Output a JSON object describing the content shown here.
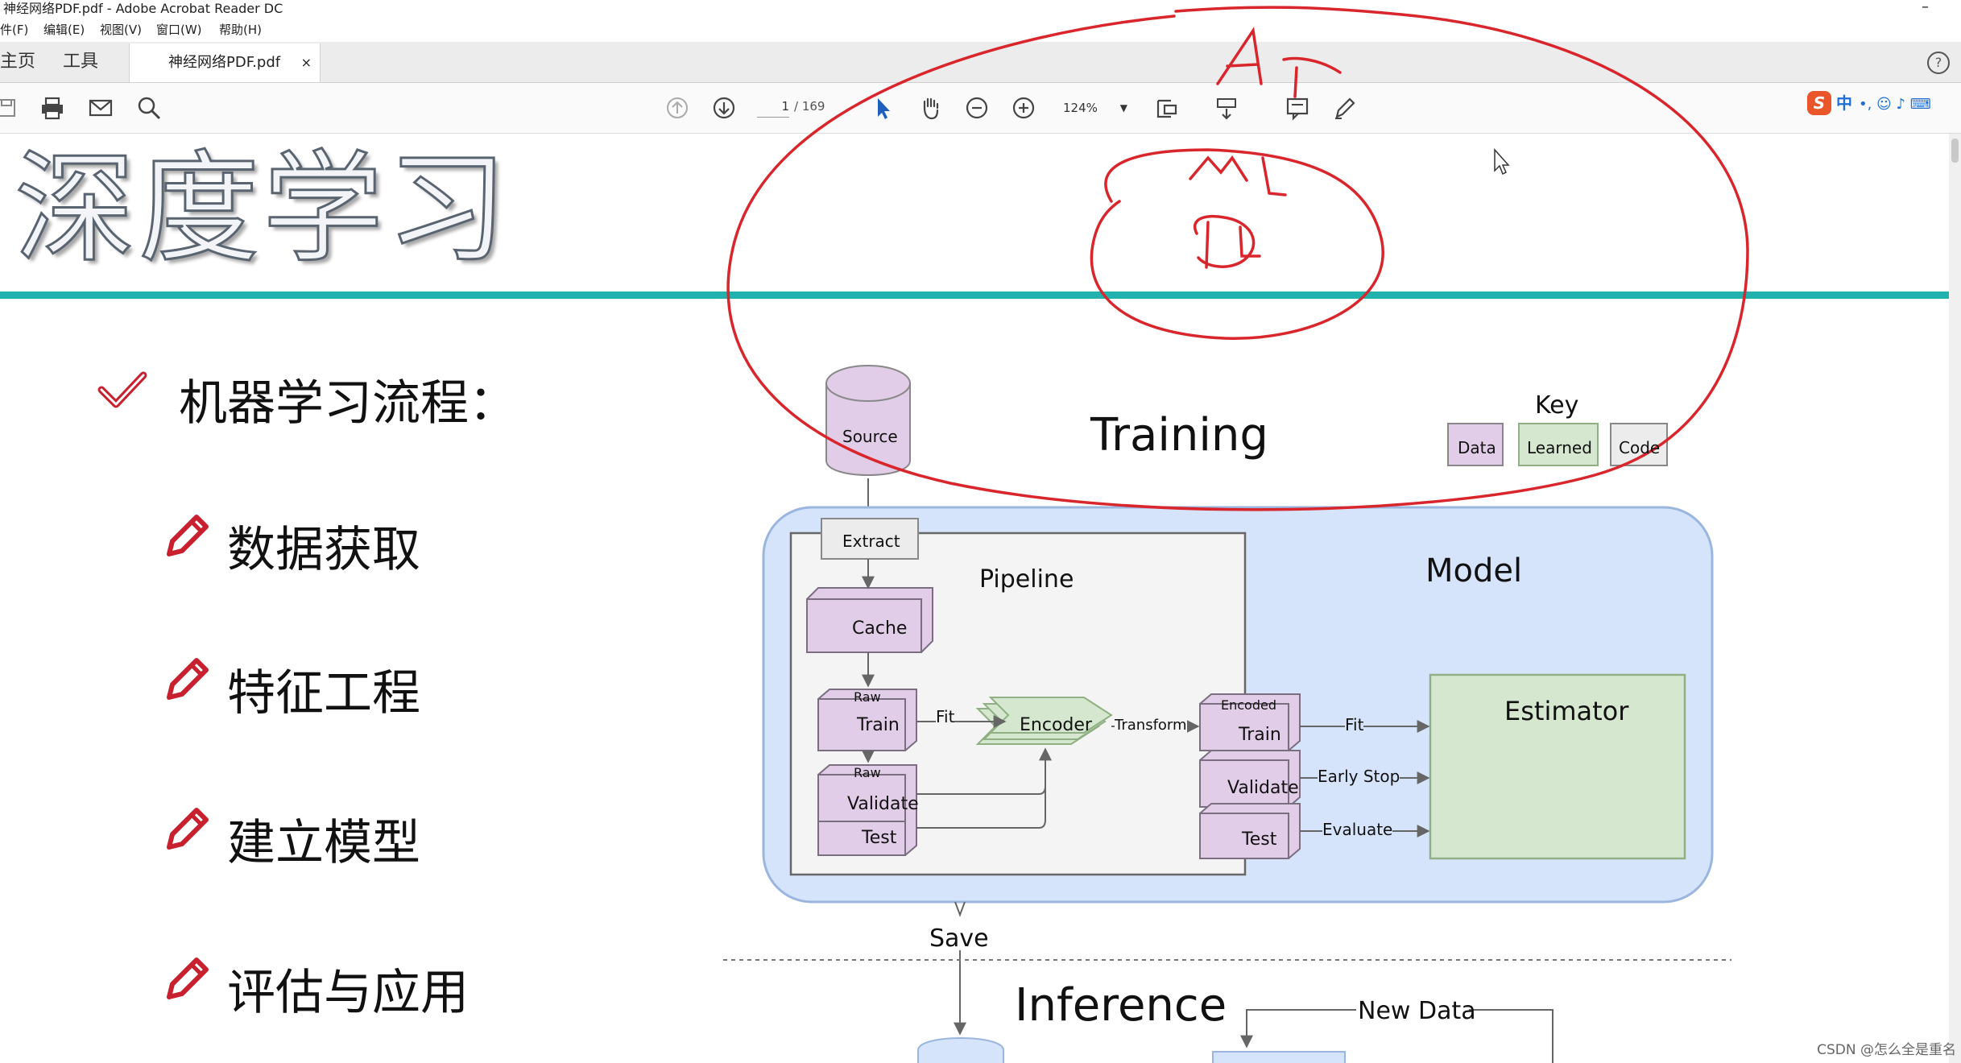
{
  "window": {
    "title": "神经网络PDF.pdf - Adobe Acrobat Reader DC",
    "minimize_glyph": "–"
  },
  "menu": {
    "items": [
      "件(F)",
      "编辑(E)",
      "视图(V)",
      "窗口(W)",
      "帮助(H)"
    ]
  },
  "tabs": {
    "home": "主页",
    "tools": "工具",
    "document": "神经网络PDF.pdf",
    "close_glyph": "×",
    "help_glyph": "?"
  },
  "toolbar": {
    "page_current": "1",
    "page_total": "/ 169",
    "zoom": "124%",
    "icons": [
      "save-icon",
      "print-icon",
      "mail-icon",
      "search-icon",
      "prev-page-icon",
      "next-page-icon",
      "select-arrow-icon",
      "hand-icon",
      "zoom-out-icon",
      "zoom-in-icon",
      "fit-page-icon",
      "scroll-mode-icon",
      "comment-icon",
      "pen-icon"
    ]
  },
  "ime_bar": {
    "logo": "S",
    "mode": "中",
    "glyphs": "•, ☺ ♪ ⌨"
  },
  "slide": {
    "title": "深度学习",
    "heading": "机器学习流程：",
    "steps": [
      "数据获取",
      "特征工程",
      "建立模型",
      "评估与应用"
    ],
    "accent_color": "#22b2ad",
    "check_color": "#c8202e"
  },
  "diagram": {
    "source": "Source",
    "training": "Training",
    "key_title": "Key",
    "key_items": [
      "Data",
      "Learned",
      "Code"
    ],
    "extract": "Extract",
    "pipeline": "Pipeline",
    "model": "Model",
    "cache": "Cache",
    "raw1": "Raw",
    "train1": "Train",
    "raw2": "Raw",
    "validate1": "Validate",
    "test1": "Test",
    "fit1": "Fit",
    "encoder": "Encoder",
    "transform": "Transform",
    "encoded": "Encoded",
    "train2": "Train",
    "validate2": "Validate",
    "test2": "Test",
    "fit2": "Fit",
    "early_stop": "Early Stop",
    "evaluate": "Evaluate",
    "estimator": "Estimator",
    "save": "Save",
    "inference": "Inference",
    "new_data": "New Data"
  },
  "annotations": {
    "ai": "AI",
    "ml": "ML",
    "dl": "DL",
    "ink_color": "#d9262c"
  },
  "watermark": "CSDN @怎么全是重名"
}
